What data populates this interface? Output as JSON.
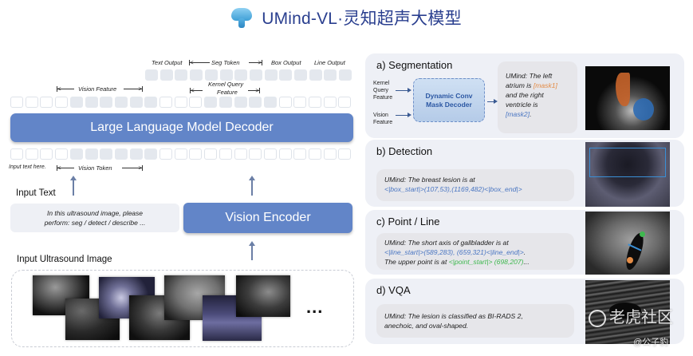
{
  "header": {
    "logo_icon": "mushroom-cloud-logo",
    "title": "UMind-VL·灵知超声大模型"
  },
  "architecture": {
    "output_labels": {
      "text_output": "Text Output",
      "seg_token": "Seg Token",
      "box_output": "Box Output",
      "line_output": "Line Output"
    },
    "feature_labels": {
      "vision_feature": "Vision Feature",
      "kernel_query_feature_line1": "Kernel Query",
      "kernel_query_feature_line2": "Feature"
    },
    "input_labels": {
      "input_text_here": "Input text here.",
      "vision_token": "Vision Token"
    },
    "llm_decoder": "Large Language Model Decoder",
    "vision_encoder": "Vision Encoder",
    "input_text_heading": "Input Text",
    "input_text_line1": "In this ultrasound image, please",
    "input_text_line2": "perform: seg / detect / describe ...",
    "input_image_heading": "Input Ultrasound Image",
    "ellipsis": "..."
  },
  "tasks": {
    "segmentation": {
      "title": "a) Segmentation",
      "kernel_label_lines": [
        "Kernel",
        "Query",
        "Feature"
      ],
      "vision_label_lines": [
        "Vision",
        "Feature"
      ],
      "decoder_line1": "Dynamic Conv",
      "decoder_line2": "Mask Decoder",
      "response": {
        "l1": "UMind: The left",
        "l2a": "atrium is ",
        "l2b": "[mask1]",
        "l3": "and the right",
        "l4": "ventricle is",
        "l5a": "[mask2]",
        "l5b": "."
      },
      "mask_colors": {
        "mask1": "#c8642a",
        "mask2": "#2f6bb3"
      }
    },
    "detection": {
      "title": "b) Detection",
      "response": {
        "l1": "UMind: The breast lesion is at",
        "l2": "<|box_start|>(107,53),(1169,482)<|box_end|>"
      },
      "box_color": "#3a8fd6"
    },
    "point_line": {
      "title": "c) Point / Line",
      "response": {
        "l1": "UMind: The short axis of gallbladder is at",
        "l2a": "<|line_start|>(589,283), (659,321)<|line_end|>",
        "l2b": ".",
        "l3a": "The upper point is at ",
        "l3b": "<|point_start|> (698,207)",
        "l3c": "..."
      }
    },
    "vqa": {
      "title": "d) VQA",
      "response": {
        "l1": "UMind: The lesion is classified as BI-RADS 2,",
        "l2": "anechoic, and oval-shaped."
      }
    }
  },
  "colors": {
    "block_blue": "#6285c8",
    "title_navy": "#2a3f8f",
    "token_blue": "#4a76c2",
    "mask_orange": "#e48c46",
    "point_green": "#3fb84f"
  },
  "watermark": {
    "main": "老虎社区",
    "handle": "@公子豹"
  }
}
